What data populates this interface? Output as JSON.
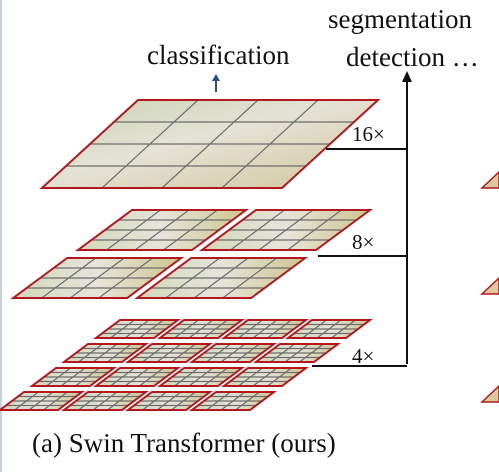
{
  "labels": {
    "segmentation": "segmentation",
    "detection": "detection …",
    "classification": "classification",
    "scale_16": "16×",
    "scale_8": "8×",
    "scale_4": "4×",
    "caption": "(a) Swin Transformer (ours)"
  },
  "colors": {
    "border": "#b4181e",
    "grid": "#6d6d6d",
    "frame_edge": "#c8d2dc",
    "classification_arrow": "#2a4f8f",
    "connector": "#111111",
    "image_tint": "#d7dcc2"
  },
  "layers": [
    {
      "level": "16×",
      "windows": 1,
      "patches_per_window": 4
    },
    {
      "level": "8×",
      "windows": 4,
      "patches_per_window": 4
    },
    {
      "level": "4×",
      "windows": 16,
      "patches_per_window": 4
    }
  ]
}
